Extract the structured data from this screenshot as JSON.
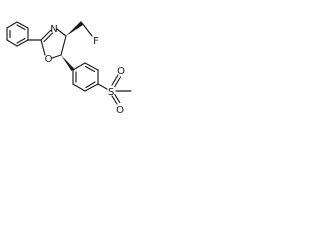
{
  "molecule": {
    "atoms": {
      "oxazoline_nitrogen": "N",
      "oxazoline_oxygen": "O",
      "fluorine": "F",
      "sulfur": "S",
      "sulfonyl_oxygen_top": "O",
      "sulfonyl_oxygen_bottom": "O"
    },
    "colors": {
      "bond": "#1a1a1a",
      "background": "#ffffff"
    }
  }
}
